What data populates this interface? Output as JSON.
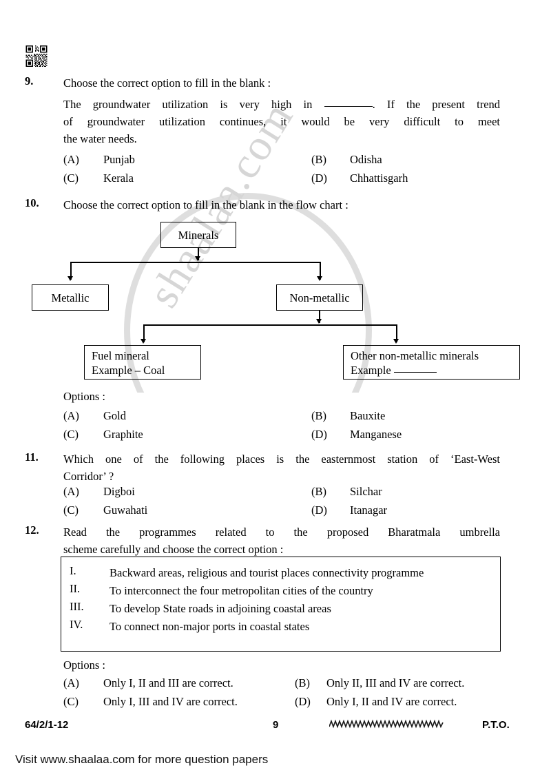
{
  "document": {
    "paper_code": "64/2/1-12",
    "page_number": "9",
    "pto": "P.T.O.",
    "bottom_note": "Visit www.shaalaa.com for more question papers",
    "watermark_text": "shaalaa.com"
  },
  "questions": [
    {
      "number": "9.",
      "prompt": "Choose the correct option to fill in the blank :",
      "body_part1": "The groundwater utilization is very high in",
      "body_part2": ". If the present trend",
      "body_line2": "of groundwater utilization continues, it would be very difficult to meet",
      "body_line3": "the water needs.",
      "options": [
        {
          "label": "(A)",
          "text": "Punjab"
        },
        {
          "label": "(B)",
          "text": "Odisha"
        },
        {
          "label": "(C)",
          "text": "Kerala"
        },
        {
          "label": "(D)",
          "text": "Chhattisgarh"
        }
      ]
    },
    {
      "number": "10.",
      "prompt": "Choose the correct option to fill in the blank in the flow chart :",
      "flow_chart": {
        "root": "Minerals",
        "left_branch": "Metallic",
        "right_branch": "Non-metallic",
        "leaf_left_line1": "Fuel mineral",
        "leaf_left_line2": "Example – Coal",
        "leaf_right_line1": "Other non-metallic minerals",
        "leaf_right_line2": "Example"
      },
      "options_label": "Options :",
      "options": [
        {
          "label": "(A)",
          "text": "Gold"
        },
        {
          "label": "(B)",
          "text": "Bauxite"
        },
        {
          "label": "(C)",
          "text": "Graphite"
        },
        {
          "label": "(D)",
          "text": "Manganese"
        }
      ]
    },
    {
      "number": "11.",
      "prompt_line1": "Which one of the following places is the easternmost station of ‘East-West",
      "prompt_line2": "Corridor’ ?",
      "options": [
        {
          "label": "(A)",
          "text": "Digboi"
        },
        {
          "label": "(B)",
          "text": "Silchar"
        },
        {
          "label": "(C)",
          "text": "Guwahati"
        },
        {
          "label": "(D)",
          "text": "Itanagar"
        }
      ]
    },
    {
      "number": "12.",
      "prompt_line1": "Read the programmes related to the proposed Bharatmala umbrella",
      "prompt_line2": "scheme carefully and choose the correct option :",
      "statements": [
        {
          "numeral": "I.",
          "text": "Backward areas, religious and tourist places connectivity programme"
        },
        {
          "numeral": "II.",
          "text": "To interconnect the four metropolitan cities of the country"
        },
        {
          "numeral": "III.",
          "text": "To develop State roads in adjoining coastal areas"
        },
        {
          "numeral": "IV.",
          "text": "To connect non-major ports in coastal states"
        }
      ],
      "options_label": "Options :",
      "options": [
        {
          "label": "(A)",
          "text": "Only I, II and III are correct."
        },
        {
          "label": "(B)",
          "text": "Only II, III and IV are correct."
        },
        {
          "label": "(C)",
          "text": "Only I, III and IV are correct."
        },
        {
          "label": "(D)",
          "text": "Only I, II and IV are correct."
        }
      ]
    }
  ]
}
